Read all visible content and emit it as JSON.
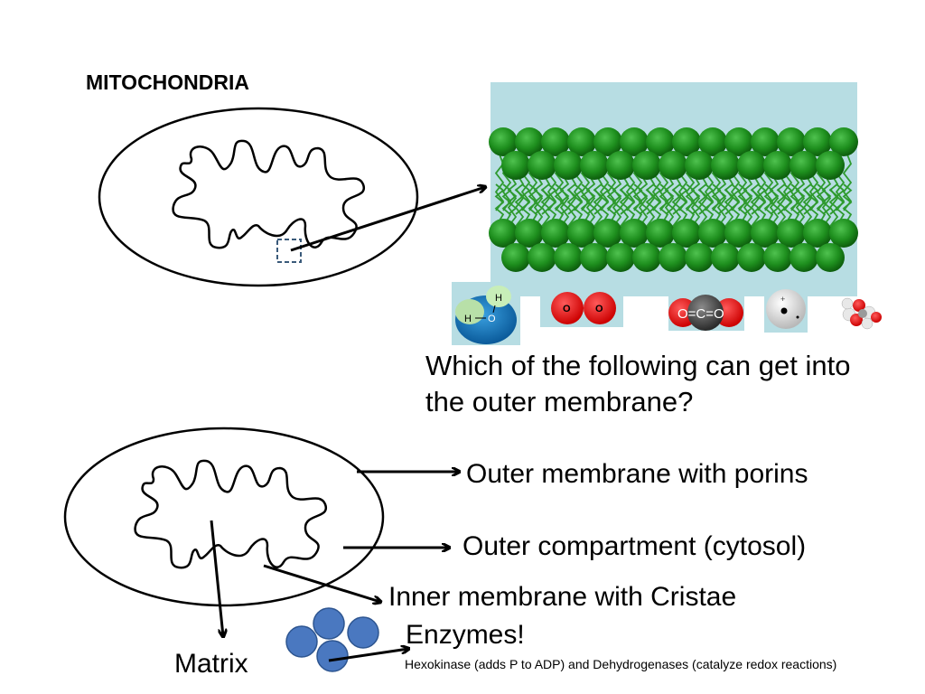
{
  "title": "MITOCHONDRIA",
  "question": "Which of the following can get into the outer membrane?",
  "labels": {
    "outer_membrane": "Outer membrane with porins",
    "outer_compartment": "Outer compartment (cytosol)",
    "inner_membrane": "Inner membrane with Cristae",
    "enzymes": "Enzymes!",
    "enzyme_detail": "Hexokinase (adds P to ADP) and Dehydrogenases (catalyze redox reactions)",
    "matrix": "Matrix"
  },
  "molecules": {
    "water": {
      "atoms": [
        "H",
        "H",
        "O"
      ]
    },
    "oxygen": {
      "atoms": [
        "O",
        "O"
      ]
    },
    "carbon_dioxide": {
      "formula": "O=C=O"
    },
    "ion": {
      "charge": "+"
    }
  },
  "colors": {
    "membrane_bg": "#b7dde3",
    "lipid_head": "#1a8a1a",
    "lipid_tail": "#2e9a2e",
    "oxygen_red": "#e01010",
    "enzyme_blue": "#4a78c0"
  }
}
